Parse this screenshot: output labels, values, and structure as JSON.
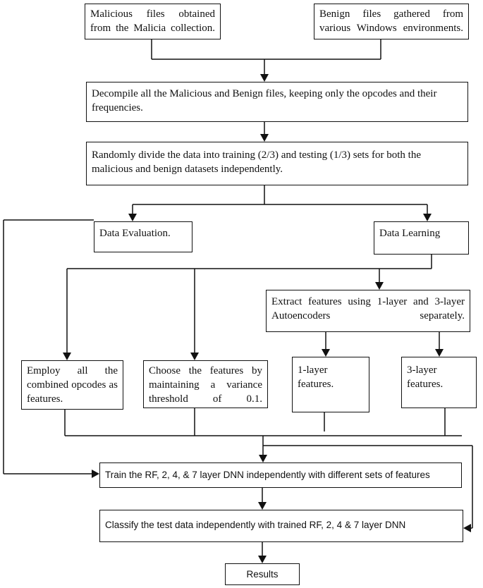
{
  "nodes": {
    "malicious_source": "Malicious files obtained from the Malicia collection.",
    "benign_source": "Benign files gathered from various Windows environments.",
    "decompile": "Decompile all the Malicious and Benign files, keeping only the opcodes and their frequencies.",
    "split": "Randomly divide the data into training (2/3) and testing (1/3) sets for both the malicious and benign datasets independently.",
    "data_evaluation": "Data Evaluation.",
    "data_learning": "Data Learning",
    "extract_features": "Extract features using 1-layer and 3-layer Autoencoders separately.",
    "all_opcodes": "Employ all the combined opcodes as features.",
    "variance_threshold": "Choose the features by maintaining a variance threshold of 0.1.",
    "layer1_features": "1-layer features.",
    "layer3_features": "3-layer features.",
    "train": "Train the RF, 2, 4, & 7 layer DNN independently with different sets of features",
    "classify": "Classify the test data independently with trained RF, 2, 4 & 7 layer DNN",
    "results": "Results"
  }
}
